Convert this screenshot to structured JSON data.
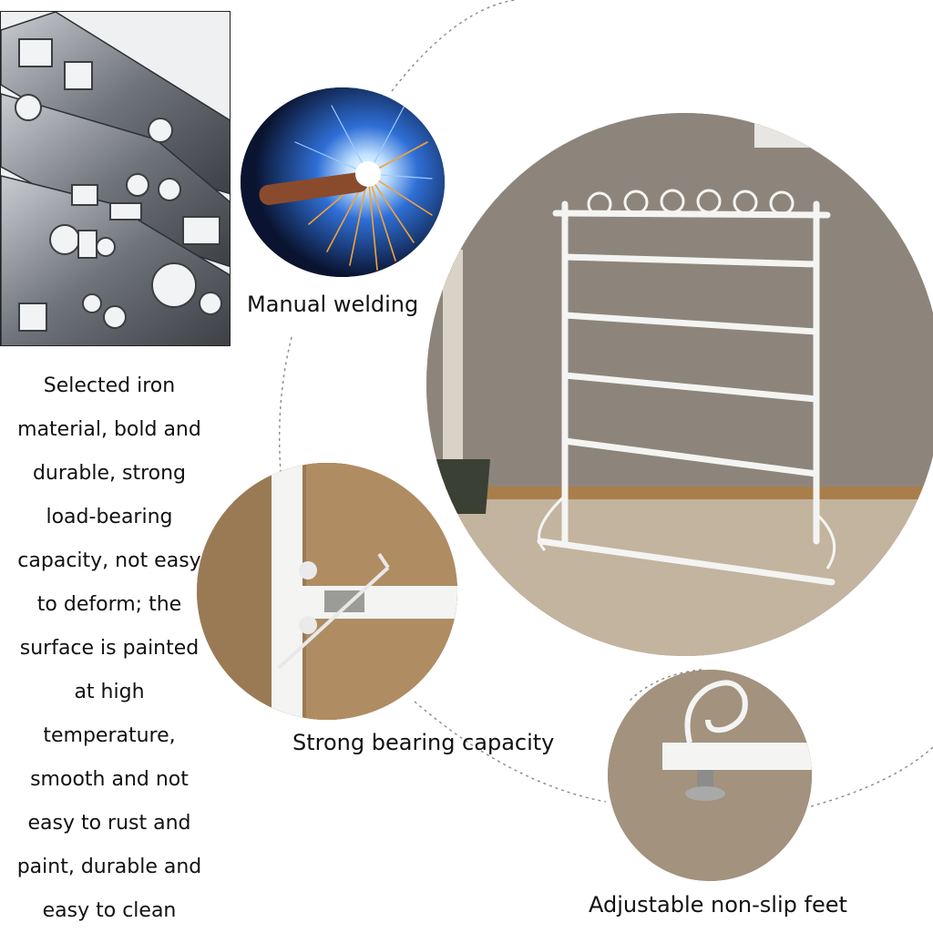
{
  "captions": {
    "welding": "Manual welding",
    "bearing": "Strong bearing capacity",
    "feet": "Adjustable non-slip feet"
  },
  "description_lines": [
    "Selected iron",
    "material, bold and",
    "durable, strong",
    "load-bearing",
    "capacity, not easy",
    "to deform; the",
    "surface is painted",
    "at high",
    "temperature,",
    "smooth and not",
    "easy to rust and",
    "paint, durable and",
    "easy to clean"
  ],
  "colors": {
    "text": "#111111",
    "dashed_arc": "#8a8a8a",
    "wall": "#8d857c",
    "floor": "#c2b49f",
    "rack": "#f4f4f2",
    "steel": "#6f737a",
    "spark_blue": "#2f6fd6",
    "spark_orange": "#f2a23a",
    "carpet": "#a2927e",
    "wood": "#a97e4a"
  },
  "icons": {
    "steel_pipes": "steel-pipes-photo",
    "welding": "welding-sparks-photo",
    "rack": "display-rack-photo",
    "hook": "hook-closeup-photo",
    "foot": "adjustable-foot-photo"
  }
}
